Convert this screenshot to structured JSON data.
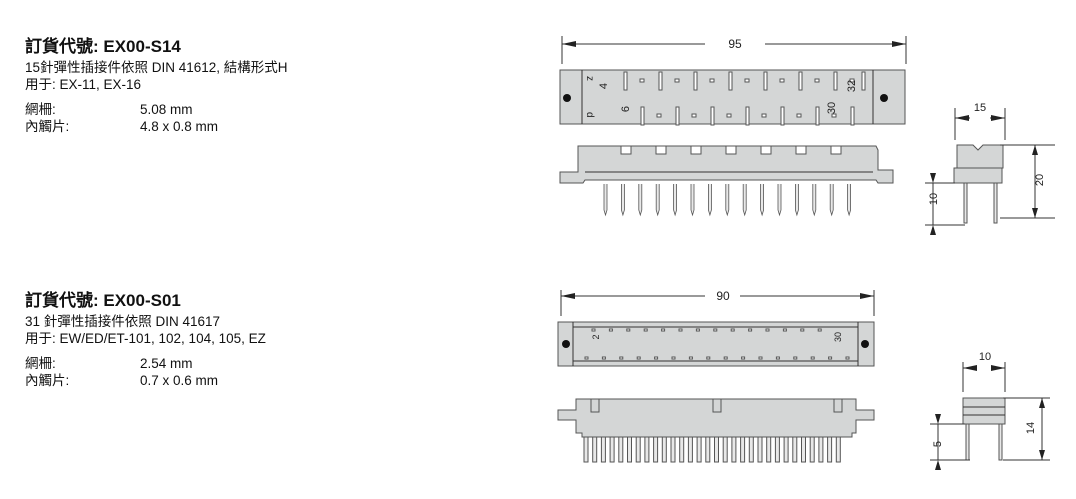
{
  "products": [
    {
      "title": "訂貨代號: EX00-S14",
      "description": "15針彈性插接件依照 DIN 41612, 結構形式H",
      "usage": "用于: EX-11, EX-16",
      "specs": [
        {
          "label": "網柵:",
          "value": "5.08 mm"
        },
        {
          "label": "內觸片:",
          "value": "4.8 x 0.8 mm"
        }
      ],
      "drawing": {
        "width_dim": "95",
        "row_labels": [
          "z",
          "d"
        ],
        "pin_labels": [
          "4",
          "6",
          "30",
          "32"
        ],
        "side_width_dim": "15",
        "side_pin_dim": "10",
        "side_height_dim": "20"
      }
    },
    {
      "title": "訂貨代號: EX00-S01",
      "description": "31 針彈性插接件依照 DIN 41617",
      "usage": "用于: EW/ED/ET-101, 102, 104, 105, EZ",
      "specs": [
        {
          "label": "網柵:",
          "value": "2.54 mm"
        },
        {
          "label": "內觸片:",
          "value": "0.7 x 0.6 mm"
        }
      ],
      "drawing": {
        "width_dim": "90",
        "pin_labels": [
          "2",
          "30"
        ],
        "side_width_dim": "10",
        "side_pin_dim": "5",
        "side_height_dim": "14"
      }
    }
  ],
  "colors": {
    "body": "#d4d6d6",
    "outline": "#555555",
    "dark": "#111111"
  }
}
